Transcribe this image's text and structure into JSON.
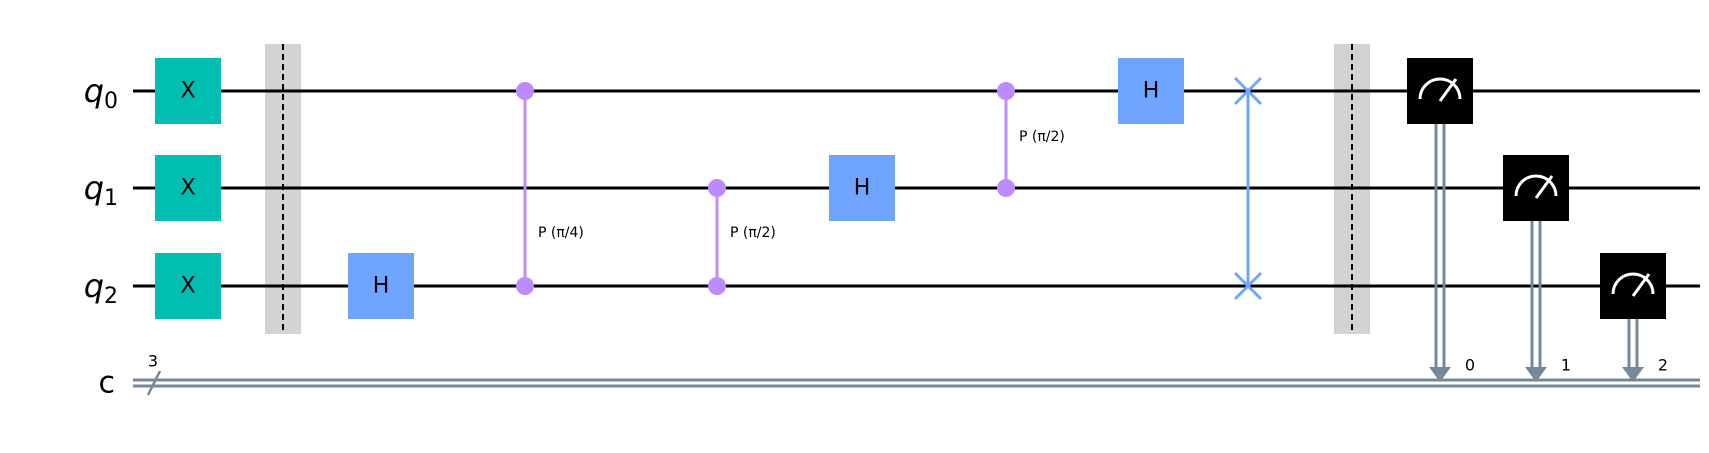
{
  "circuit": {
    "qubits": [
      {
        "name": "q",
        "index": "0"
      },
      {
        "name": "q",
        "index": "1"
      },
      {
        "name": "q",
        "index": "2"
      }
    ],
    "classical_register": {
      "name": "c",
      "size": "3"
    },
    "colors": {
      "wire": "#000000",
      "x_gate": "#00bfb2",
      "h_gate": "#6fa4ff",
      "cphase": "#bb8bff",
      "swap": "#6fa4ff",
      "barrier": "#d3d3d3",
      "measure_box": "#000000",
      "classical_wire": "#778899"
    },
    "x_gates": [
      {
        "label": "X",
        "qubit": 0
      },
      {
        "label": "X",
        "qubit": 1
      },
      {
        "label": "X",
        "qubit": 2
      }
    ],
    "h_gates": [
      {
        "label": "H",
        "qubit": 2,
        "step": 1
      },
      {
        "label": "H",
        "qubit": 1,
        "step": 3
      },
      {
        "label": "H",
        "qubit": 0,
        "step": 5
      }
    ],
    "controlled_phase": [
      {
        "label": "P (π/4)",
        "qubits": [
          0,
          2
        ],
        "step": 2
      },
      {
        "label": "P (π/2)",
        "qubits": [
          1,
          2
        ],
        "step": 2
      },
      {
        "label": "P (π/2)",
        "qubits": [
          0,
          1
        ],
        "step": 4
      }
    ],
    "swap": {
      "qubits": [
        0,
        2
      ]
    },
    "barriers": 2,
    "measurements": [
      {
        "qubit": 0,
        "clbit": "0"
      },
      {
        "qubit": 1,
        "clbit": "1"
      },
      {
        "qubit": 2,
        "clbit": "2"
      }
    ]
  }
}
